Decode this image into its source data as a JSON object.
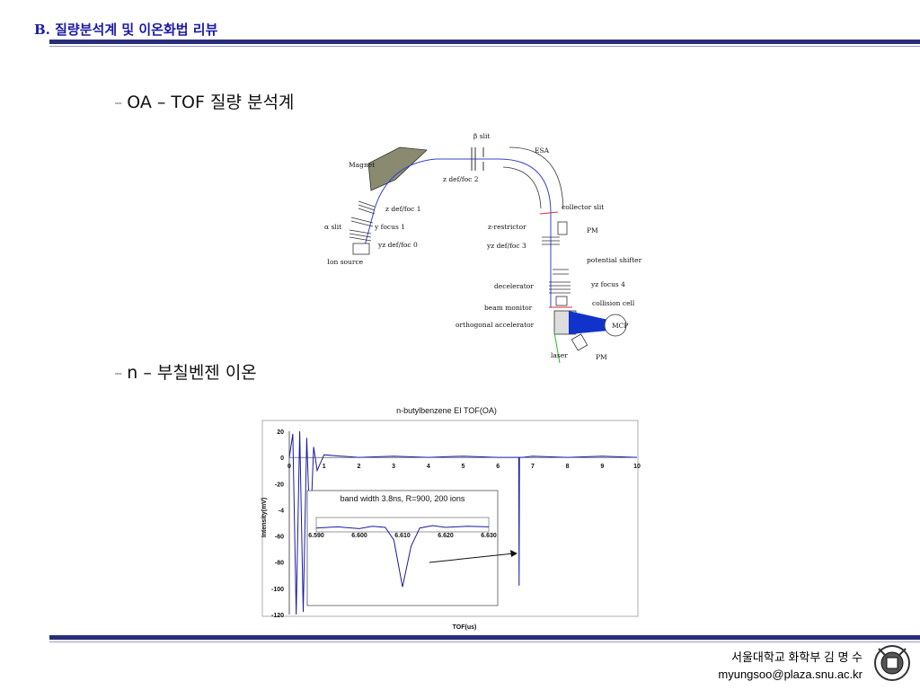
{
  "header": {
    "title": "B. 질량분석계 및 이온화법 리뷰"
  },
  "bullets": [
    {
      "mark": "┈",
      "text": "OA – TOF 질량 분석계"
    },
    {
      "mark": "┈",
      "text": "n – 부칠벤젠 이온"
    }
  ],
  "diagram": {
    "labels": {
      "beta_slit": "β slit",
      "esa": "ESA",
      "magnet": "Magnet",
      "z_def_foc_2": "z def/foc 2",
      "z_def_foc_1": "z def/foc 1",
      "alpha_slit": "α slit",
      "y_focus_1": "y focus 1",
      "yz_def_foc_0": "yz def/foc 0",
      "ion_source": "Ion source",
      "collector_slit": "collector slit",
      "z_restrictor": "z-restrictor",
      "pm_top": "PM",
      "yz_def_foc_3": "yz def/foc 3",
      "potential_shifter": "potential shifter",
      "decelerator": "decelerator",
      "yz_focus_4": "yz focus 4",
      "collision_cell": "collision cell",
      "beam_monitor": "beam monitor",
      "mcp": "MCP",
      "orthogonal_accelerator": "orthogonal accelerator",
      "laser": "laser",
      "pm_bottom": "PM"
    }
  },
  "chart_data": {
    "type": "line",
    "title": "n-butylbenzene EI TOF(OA)",
    "xlabel": "TOF(us)",
    "ylabel": "Intensity(mV)",
    "xlim": [
      0,
      10
    ],
    "ylim": [
      -120,
      20
    ],
    "x_ticks": [
      "0",
      "1",
      "2",
      "3",
      "4",
      "5",
      "6",
      "7",
      "8",
      "9",
      "10"
    ],
    "y_ticks": [
      "20",
      "0",
      "-20",
      "-4",
      "-60",
      "-80",
      "-100",
      "-120"
    ],
    "series": [
      {
        "x": [
          0.0,
          0.1,
          0.2,
          0.3,
          0.4,
          0.5,
          0.6,
          0.7,
          0.8,
          1.0,
          1.5,
          2.0,
          3.0,
          4.0,
          5.0,
          6.0,
          6.6,
          6.61,
          6.62,
          6.7,
          7.0,
          8.0,
          9.0,
          10.0
        ],
        "values": [
          0,
          18,
          -120,
          20,
          -118,
          15,
          -60,
          8,
          -10,
          2,
          1,
          0,
          1,
          0,
          1,
          0,
          0,
          -98,
          0,
          0,
          1,
          0,
          1,
          0
        ]
      }
    ],
    "inset": {
      "title": "band width 3.8ns, R=900, 200 ions",
      "x_ticks": [
        "6.590",
        "6.600",
        "6.610",
        "6.620",
        "6.630"
      ],
      "x": [
        6.59,
        6.595,
        6.6,
        6.603,
        6.606,
        6.608,
        6.61,
        6.612,
        6.614,
        6.617,
        6.62,
        6.625,
        6.63
      ],
      "values": [
        0,
        2,
        -1,
        3,
        1,
        -20,
        -98,
        -30,
        0,
        4,
        1,
        3,
        2
      ]
    }
  },
  "footer": {
    "line1": "서울대학교 화학부 김 명 수",
    "line2": "myungsoo@plaza.snu.ac.kr"
  }
}
